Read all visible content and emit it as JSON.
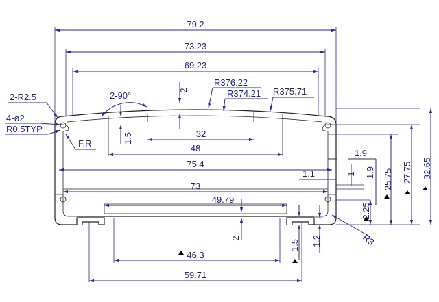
{
  "dimensions": {
    "overall_width": "79.2",
    "inner_width_1": "73.23",
    "inner_width_2": "69.23",
    "slot_inner": "32",
    "slot_outer": "48",
    "rail_width_1": "75.4",
    "rail_width_2": "73",
    "channel_top": "49.79",
    "channel_bottom": "46.3",
    "base_width": "59.71",
    "height_1": "25.75",
    "height_2": "27.75",
    "height_total": "32.65",
    "dim_1_9_a": "1.9",
    "dim_1_9_b": "1.9",
    "dim_1_1": "1.1",
    "dim_1": "1",
    "dim_2_25": "2.25",
    "dim_2_top": "2",
    "dim_2_bottom": "2",
    "dim_1_5_top": "1.5",
    "dim_1_5_bottom": "1.5",
    "dim_1_2": "1.2"
  },
  "callouts": {
    "radius_1": "R376.22",
    "radius_2": "R374.21",
    "radius_3": "R375.71",
    "corner_radius": "2-R2.5",
    "angle": "2-90°",
    "holes": "4-ø2",
    "typ_radius": "R0.5TYP",
    "fillet": "F.R",
    "r3": "R3"
  }
}
